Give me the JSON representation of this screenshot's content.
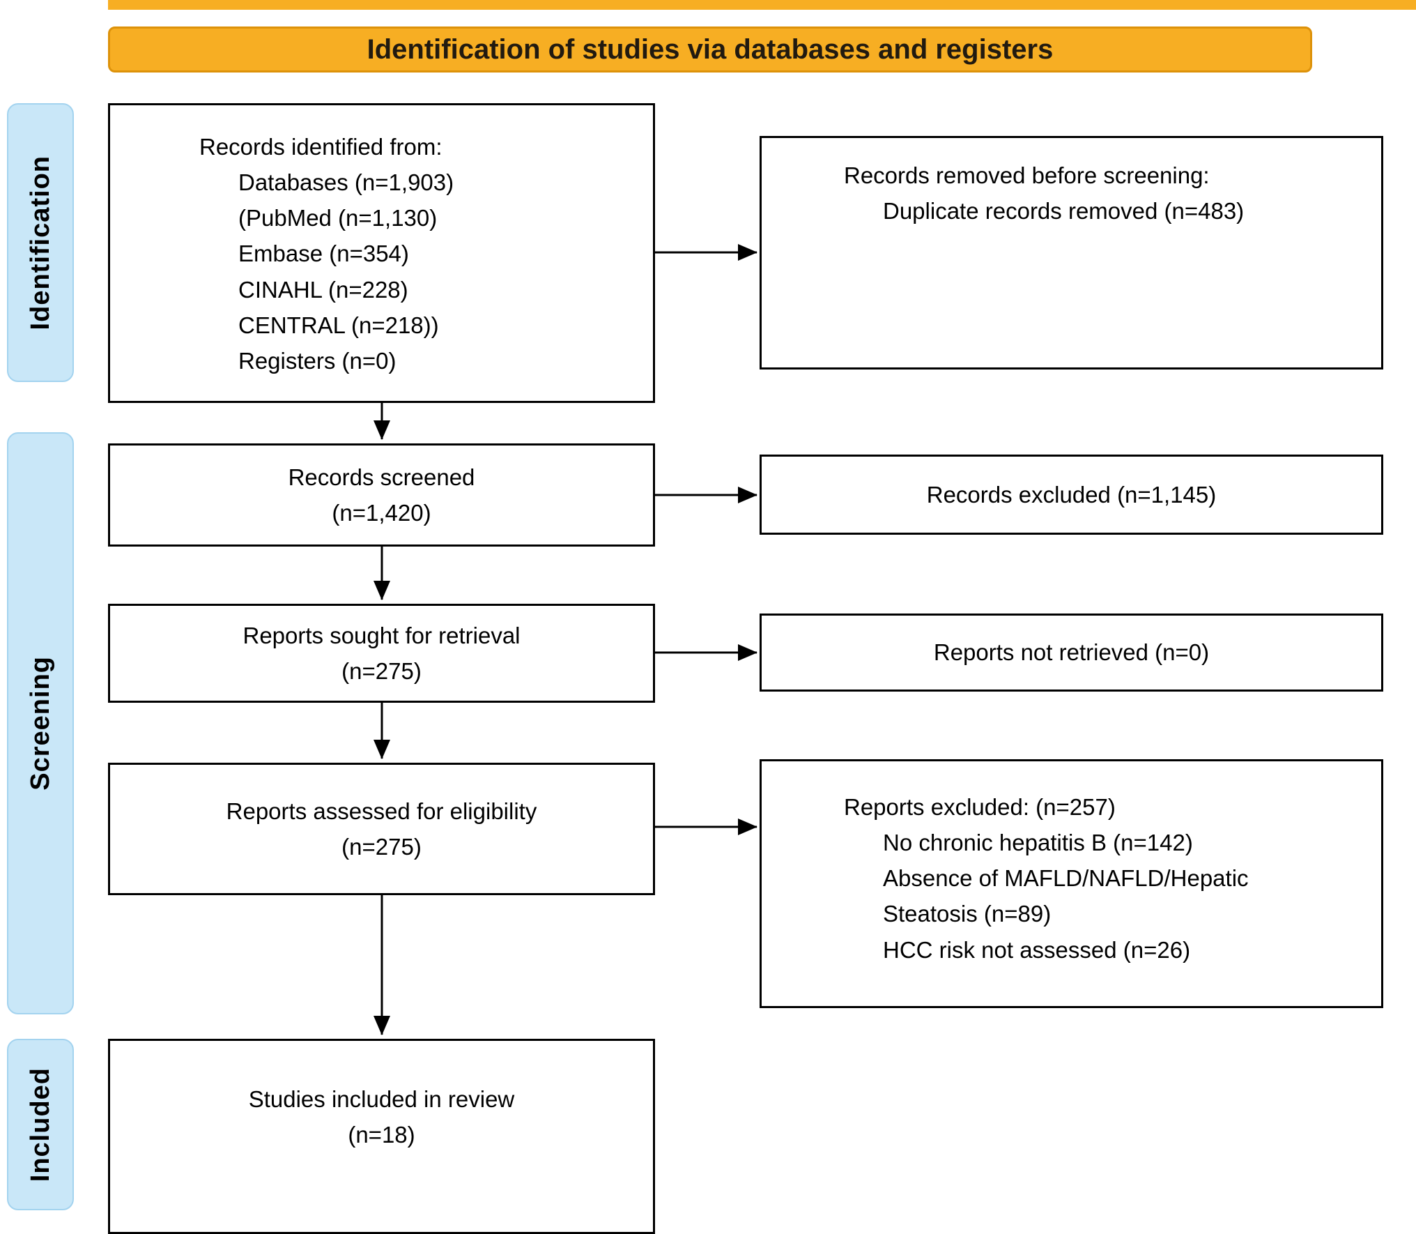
{
  "title": "Identification of studies via databases and registers",
  "stages": {
    "identification": "Identification",
    "screening": "Screening",
    "included": "Included"
  },
  "boxes": {
    "records_identified": {
      "heading": "Records identified from:",
      "lines": [
        "Databases (n=1,903)",
        "(PubMed (n=1,130)",
        "Embase (n=354)",
        "CINAHL (n=228)",
        "CENTRAL (n=218))",
        "Registers (n=0)"
      ]
    },
    "records_removed": {
      "heading": "Records removed before screening:",
      "lines": [
        "Duplicate records removed (n=483)"
      ]
    },
    "records_screened": {
      "lines": [
        "Records screened",
        "(n=1,420)"
      ]
    },
    "records_excluded": {
      "lines": [
        "Records excluded (n=1,145)"
      ]
    },
    "reports_sought": {
      "lines": [
        "Reports sought for retrieval",
        "(n=275)"
      ]
    },
    "reports_not_retrieved": {
      "lines": [
        "Reports not retrieved (n=0)"
      ]
    },
    "reports_assessed": {
      "lines": [
        "Reports assessed for eligibility",
        "(n=275)"
      ]
    },
    "reports_excluded": {
      "heading": "Reports excluded: (n=257)",
      "lines": [
        "No chronic hepatitis B (n=142)",
        "Absence of MAFLD/NAFLD/Hepatic",
        "Steatosis (n=89)",
        "HCC risk not assessed (n=26)"
      ]
    },
    "studies_included": {
      "lines": [
        "Studies included in review",
        "(n=18)"
      ]
    }
  },
  "colors": {
    "banner": "#F7AE23",
    "banner_border": "#DD920A",
    "stage_fill": "#C9E7F8",
    "stage_border": "#A3D3EF",
    "box_border": "#000000",
    "arrow": "#000000"
  }
}
